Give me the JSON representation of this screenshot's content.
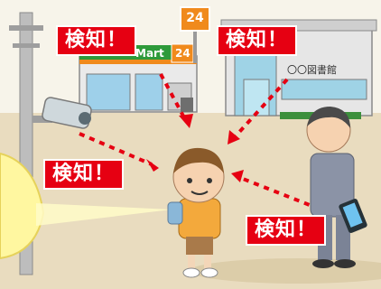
{
  "labels": {
    "detect_store": "検知！",
    "detect_library": "検知！",
    "detect_camera": "検知！",
    "detect_phone": "検知！"
  },
  "store": {
    "sign_text": "Mart",
    "sign_number": "24",
    "pole_number": "24"
  },
  "library": {
    "sign_text": "〇〇図書館"
  },
  "colors": {
    "alert_red": "#e60012",
    "store_green": "#2e9a3a",
    "store_orange": "#f08a1c",
    "light_beam": "#fffaa8",
    "ground": "#e8dcc0",
    "sky": "#f7f4ea"
  }
}
